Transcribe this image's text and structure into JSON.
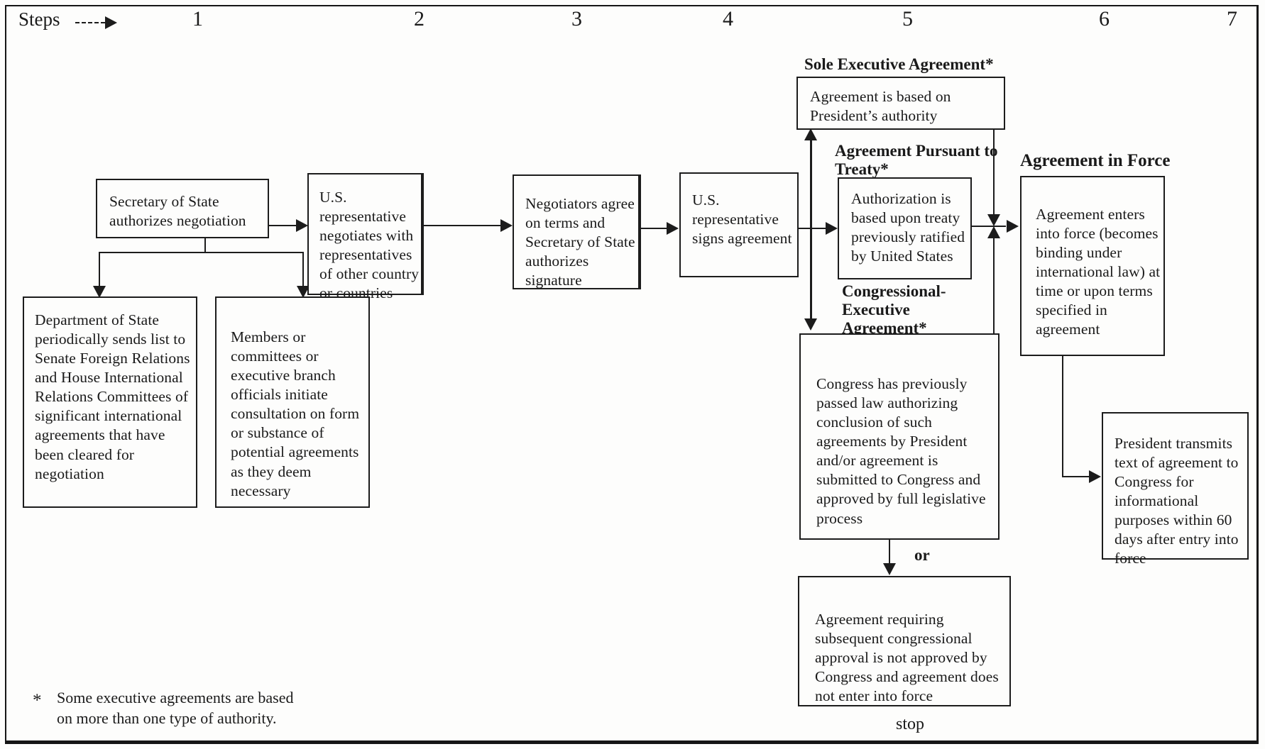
{
  "header": {
    "steps_label": "Steps",
    "numbers": [
      "1",
      "2",
      "3",
      "4",
      "5",
      "6",
      "7"
    ]
  },
  "boxes": {
    "secretary": "Secretary of State authorizes negotiation",
    "us_rep_negotiates": "U.S. representative negotiates with representatives of other country or countries",
    "negotiators": "Negotiators agree on terms and Secretary of State authorizes signature",
    "us_rep_signs": "U.S. representative signs agreement",
    "sole_executive": "Agreement is based on President’s authority",
    "pursuant_treaty": "Authorization is based upon treaty previously ratified by United States",
    "congressional_executive": "Congress has previously passed law authorizing conclusion of such agreements by President and/or agreement is submitted to Congress and approved by full legislative process",
    "agreement_in_force": "Agreement enters into force (becomes binding under international law) at time or upon terms specified in agreement",
    "president_transmits": "President transmits text of agreement to Congress for informational purposes within 60 days after entry into force",
    "not_approved": "Agreement requiring subsequent congressional approval is not approved by Congress and agreement does not enter into force",
    "dept_of_state": "Department of State periodically sends list to Senate Foreign Relations and House International Relations Committees of significant international agreements that have been cleared for negotiation",
    "members": "Members or committees or executive branch officials initiate consultation on form or substance of potential agreements as they deem necessary"
  },
  "labels": {
    "sole_executive": "Sole Executive Agreement*",
    "pursuant_treaty": "Agreement Pursuant to Treaty*",
    "congressional_executive": "Congressional-Executive Agreement*",
    "agreement_in_force": "Agreement in Force",
    "or": "or",
    "stop": "stop"
  },
  "footnote": {
    "marker": "*",
    "text": "Some executive agreements are based on more than one type of authority."
  },
  "colors": {
    "ink": "#1c1c1c",
    "paper": "#fdfdfc"
  }
}
